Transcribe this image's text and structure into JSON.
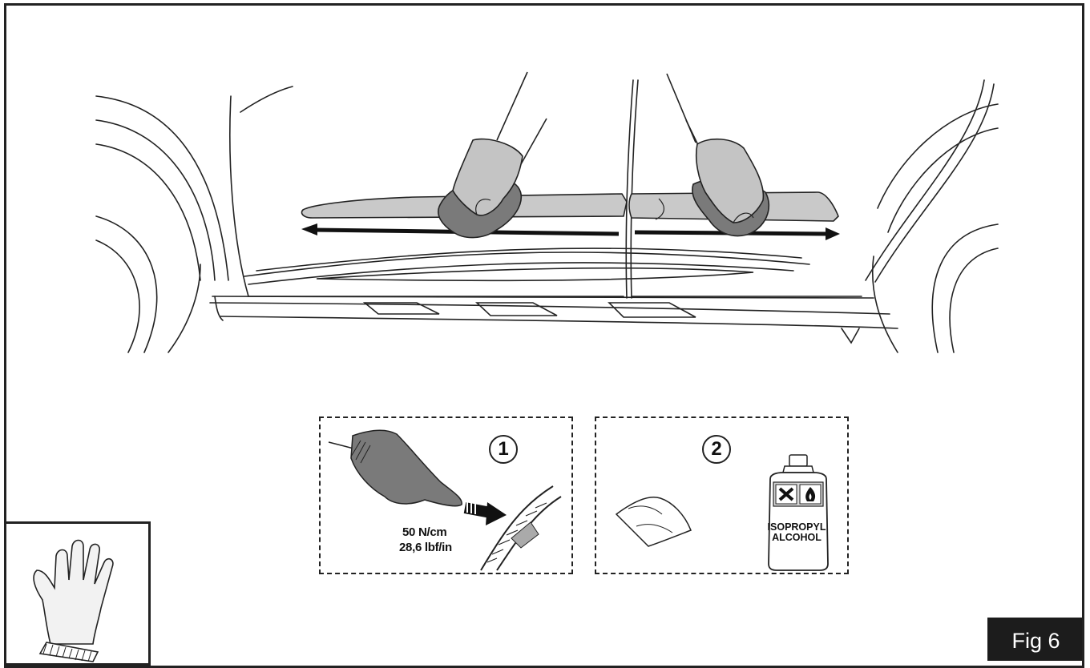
{
  "figure": {
    "label": "Fig 6"
  },
  "steps": [
    {
      "number": "1",
      "pressure_metric": "50 N/cm",
      "pressure_imperial": "28,6 lbf/in"
    },
    {
      "number": "2",
      "bottle_label_line1": "ISOPROPYL",
      "bottle_label_line2": "ALCOHOL"
    }
  ],
  "icons": [
    "glove-icon",
    "cloth-icon",
    "alcohol-bottle-icon",
    "harmful-x-icon",
    "flammable-icon",
    "press-finger-icon",
    "motion-arrow-icon"
  ],
  "colors": {
    "line": "#222222",
    "trim_fill": "#c9c9c9",
    "hand_fill": "#c4c4c4",
    "cloth_fill": "#7a7a7a",
    "label_bg": "#1c1c1c",
    "label_text": "#ffffff"
  }
}
